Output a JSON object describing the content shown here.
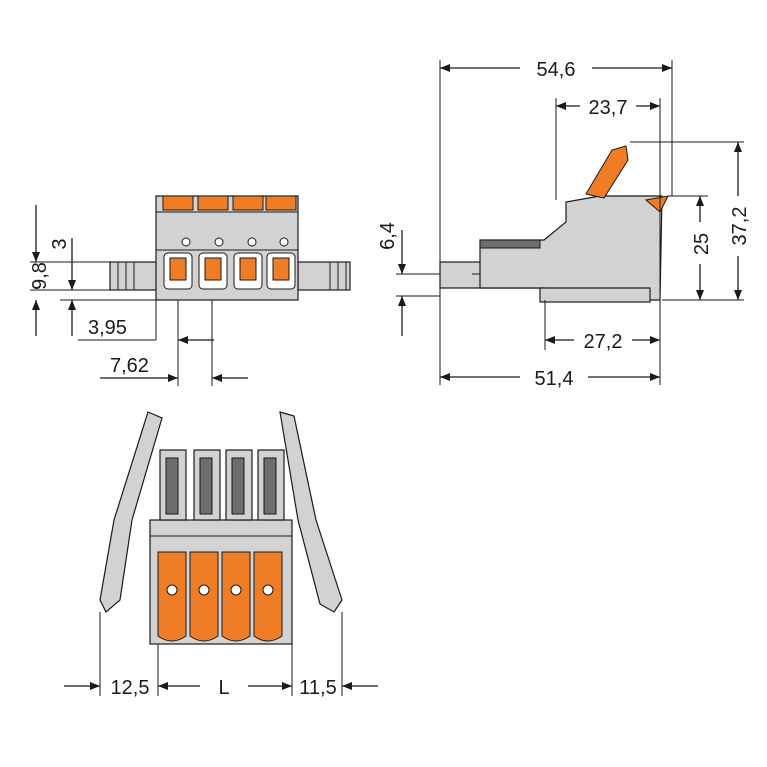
{
  "colors": {
    "housing": "#d2d2d2",
    "actuator": "#ee7d26",
    "line": "#1a1a1a",
    "background": "#ffffff"
  },
  "dimensions": {
    "front_height_total": "9,8",
    "front_height_upper": "3",
    "front_offset": "3,95",
    "front_pitch": "7,62",
    "side_overall_length": "54,6",
    "side_lever_length": "23,7",
    "side_offset_height": "6,4",
    "side_height_body": "25",
    "side_height_total": "37,2",
    "side_base_length": "27,2",
    "side_body_length": "51,4",
    "bottom_left_flange": "12,5",
    "bottom_pitch_length": "L",
    "bottom_right_flange": "11,5"
  }
}
